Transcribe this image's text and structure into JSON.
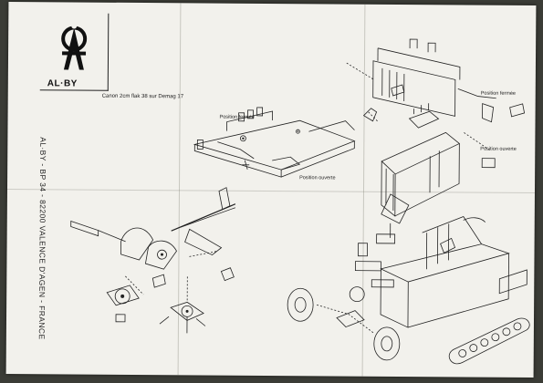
{
  "logo": {
    "brand": "AL·BY"
  },
  "title": "Canon 2cm flak 38 sur Demag 17",
  "address": "AL·BY - BP 34 - 82200 VALENCE D'AGEN - FRANCE",
  "labels": {
    "closed_left": "Position fermée",
    "open_left": "Position ouverte",
    "closed_right": "Position fermée",
    "open_right": "Position ouverte"
  }
}
